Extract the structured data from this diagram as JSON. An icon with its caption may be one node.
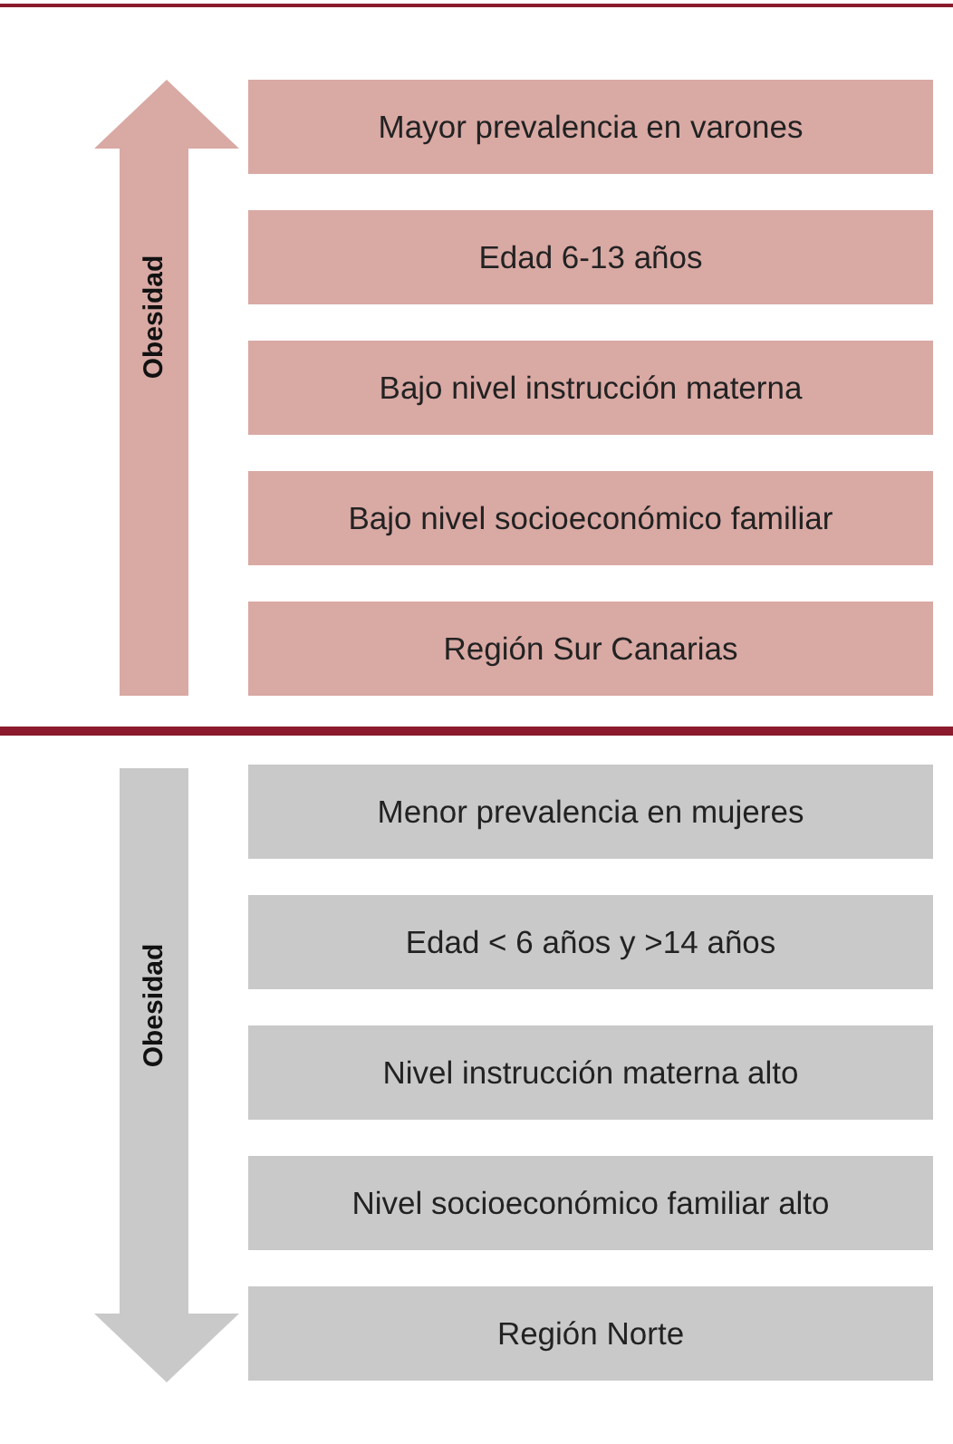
{
  "diagram": {
    "nodes": [
      {
        "text": [
          "Obesidad"
        ]
      },
      {
        "text": [
          "Mayor prevalencia en varones"
        ]
      },
      {
        "text": [
          "Edad 6-13 años"
        ]
      },
      {
        "text": [
          "Bajo nivel instrucción materna"
        ]
      },
      {
        "text": [
          "Bajo nivel socioeconómico familiar"
        ]
      },
      {
        "text": [
          "Región Sur Canarias"
        ]
      },
      {
        "text": [
          "Obesidad"
        ]
      },
      {
        "text": [
          "Menor prevalencia en mujeres"
        ]
      },
      {
        "text": [
          "Edad < 6 años y >14 años"
        ]
      },
      {
        "text": [
          "Nivel instrucción materna alto"
        ]
      },
      {
        "text": [
          "Nivel socioeconómico familiar alto"
        ]
      },
      {
        "text": [
          "Región Norte"
        ]
      }
    ],
    "edges": []
  }
}
